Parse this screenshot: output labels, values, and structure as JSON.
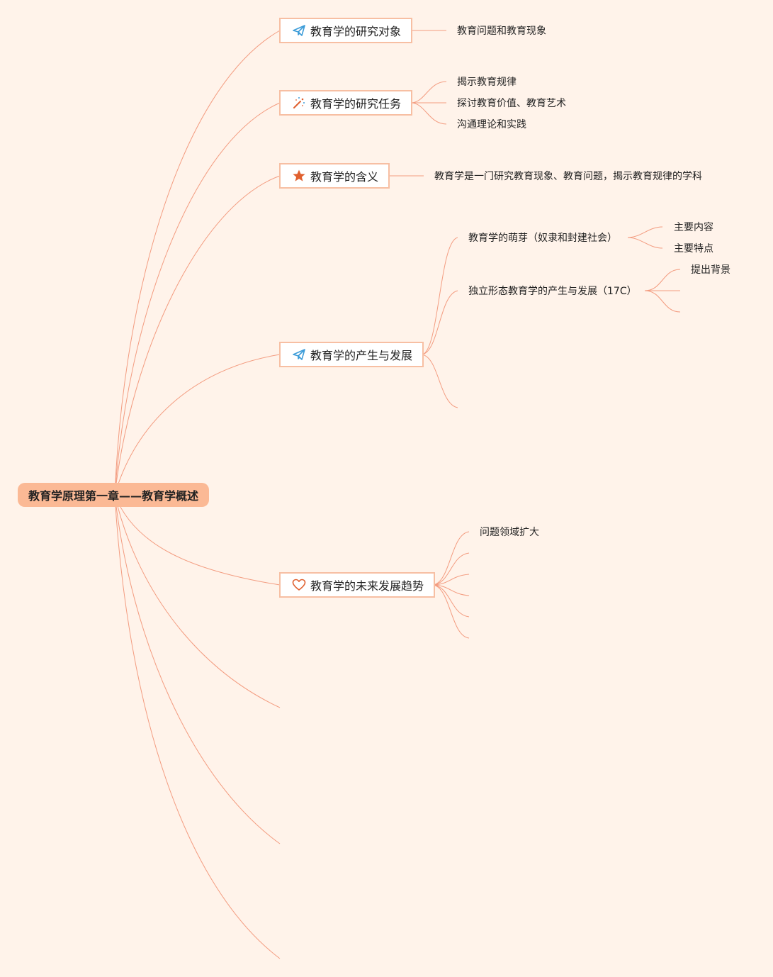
{
  "root": {
    "title": "教育学原理第一章——教育学概述"
  },
  "branches": [
    {
      "label": "教育学的研究对象",
      "icon": "paper-plane-icon"
    },
    {
      "label": "教育学的研究任务",
      "icon": "magic-wand-icon"
    },
    {
      "label": "教育学的含义",
      "icon": "star-icon"
    },
    {
      "label": "教育学的产生与发展",
      "icon": "paper-plane-icon"
    },
    {
      "label": "教育学的未来发展趋势",
      "icon": "heart-icon"
    }
  ],
  "leaves": {
    "object": "教育问题和教育现象",
    "task1": "揭示教育规律",
    "task2": "探讨教育价值、教育艺术",
    "task3": "沟通理论和实践",
    "meaning": "教育学是一门研究教育现象、教育问题，揭示教育规律的学科",
    "origin": "教育学的萌芽（奴隶和封建社会）",
    "origin_content": "主要内容",
    "origin_feature": "主要特点",
    "independent": "独立形态教育学的产生与发展（17C）",
    "independent_background": "提出背景",
    "trend1": "问题领域扩大"
  },
  "colors": {
    "background": "#fff3ea",
    "root_fill": "#fbb995",
    "node_border": "#f7bfa3",
    "line": "#f39c80",
    "icon_blue": "#3a9bd8",
    "icon_red": "#e0602f"
  }
}
